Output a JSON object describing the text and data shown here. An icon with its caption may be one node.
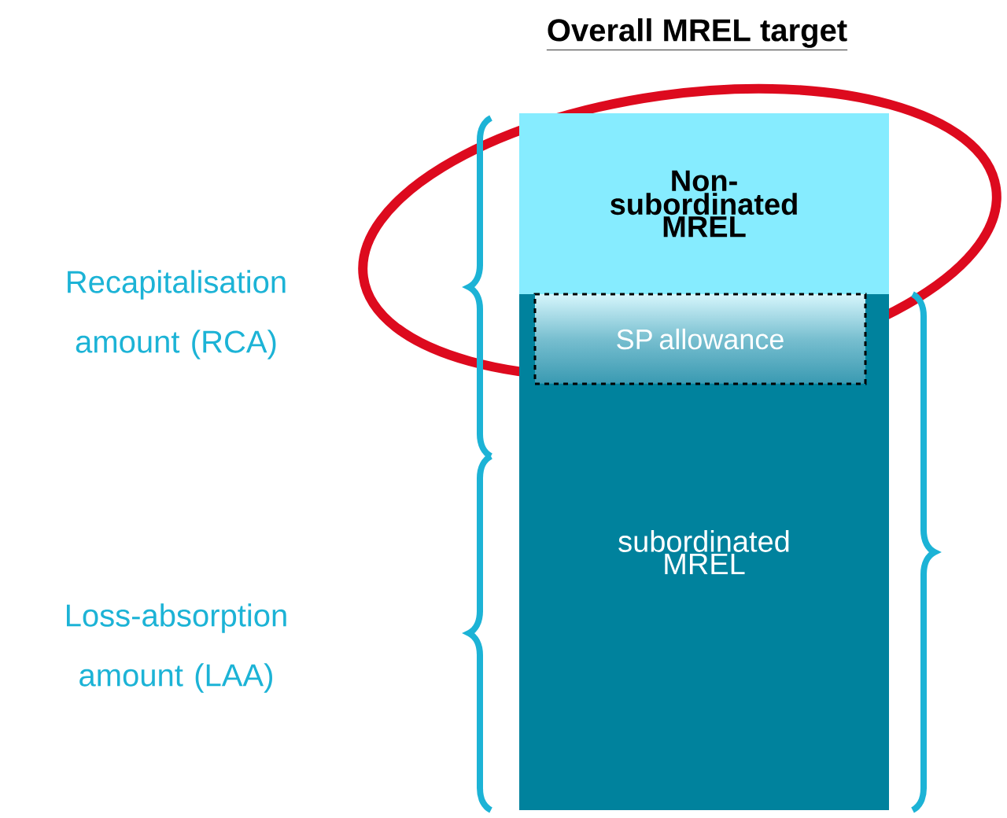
{
  "diagram": {
    "title": "Overall MREL target",
    "nodes": [
      {
        "text": [
          "Non-subordinated MREL"
        ]
      },
      {
        "text": [
          "subordinated MREL"
        ]
      },
      {
        "text": [
          "SP allowance"
        ],
        "in": 1
      }
    ],
    "labels": [
      "Recapitalisation amount (RCA)",
      "Loss-absorption amount (LAA)"
    ]
  }
}
